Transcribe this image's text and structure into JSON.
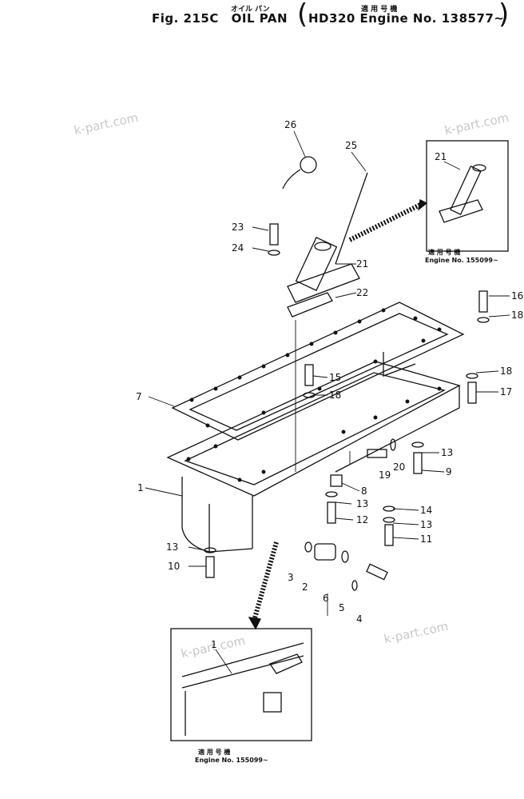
{
  "header": {
    "figure": "Fig. 215C",
    "jp_name": "オイル パン",
    "part_name": "OIL PAN",
    "jp_applicable": "適 用 号 機",
    "applicability": "HD320 Engine No. 138577~"
  },
  "watermarks": [
    "k-part.com",
    "k-part.com",
    "k-part.com",
    "k-part.com"
  ],
  "insets": {
    "top_right": {
      "jp": "適 用 号 機",
      "engine": "Engine No. 155099~",
      "callout": "21"
    },
    "bottom": {
      "jp": "適 用 号 機",
      "engine": "Engine No. 155099~",
      "callout": "1"
    }
  },
  "callouts": [
    "1",
    "2",
    "3",
    "4",
    "5",
    "6",
    "7",
    "8",
    "9",
    "10",
    "11",
    "12",
    "13",
    "13",
    "13",
    "13",
    "14",
    "15",
    "16",
    "17",
    "18",
    "18",
    "18",
    "19",
    "20",
    "21",
    "22",
    "23",
    "24",
    "25",
    "26"
  ]
}
